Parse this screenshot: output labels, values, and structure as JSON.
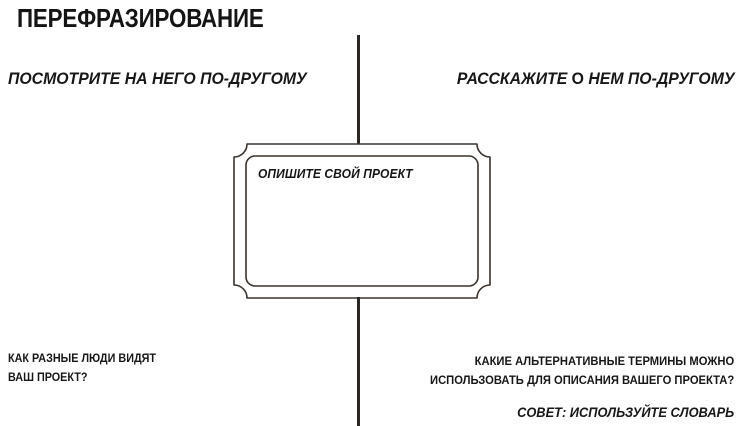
{
  "title": "ПЕРЕФРАЗИРОВАНИЕ",
  "colors": {
    "background": "#ffffff",
    "ink": "#171717",
    "divider": "#2b2724",
    "box_stroke": "#3a332e"
  },
  "columns": {
    "left": {
      "heading": "ПОСМОТРИТЕ НА НЕГО ПО-ДРУГОМУ",
      "prompt_lines": [
        "КАК РАЗНЫЕ ЛЮДИ ВИДЯТ",
        "ВАШ ПРОЕКТ?"
      ]
    },
    "right": {
      "heading_part1": "РАССКАЖИТЕ ",
      "heading_emphasis": "О",
      "heading_part2": " НЕМ ПО-ДРУГОМУ",
      "heading_full": "РАССКАЖИТЕ О НЕМ ПО-ДРУГОМУ",
      "prompt_lines": [
        "КАКИЕ АЛЬТЕРНАТИВНЫЕ ТЕРМИНЫ МОЖНО",
        "ИСПОЛЬЗОВАТЬ ДЛЯ ОПИСАНИЯ ВАШЕГО ПРОЕКТА?"
      ],
      "tip": "СОВЕТ: ИСПОЛЬЗУЙТЕ СЛОВАРЬ"
    }
  },
  "center_box": {
    "label": "ОПИШИТЕ СВОЙ ПРОЕКТ",
    "shape": "plaque-concave-corners"
  }
}
